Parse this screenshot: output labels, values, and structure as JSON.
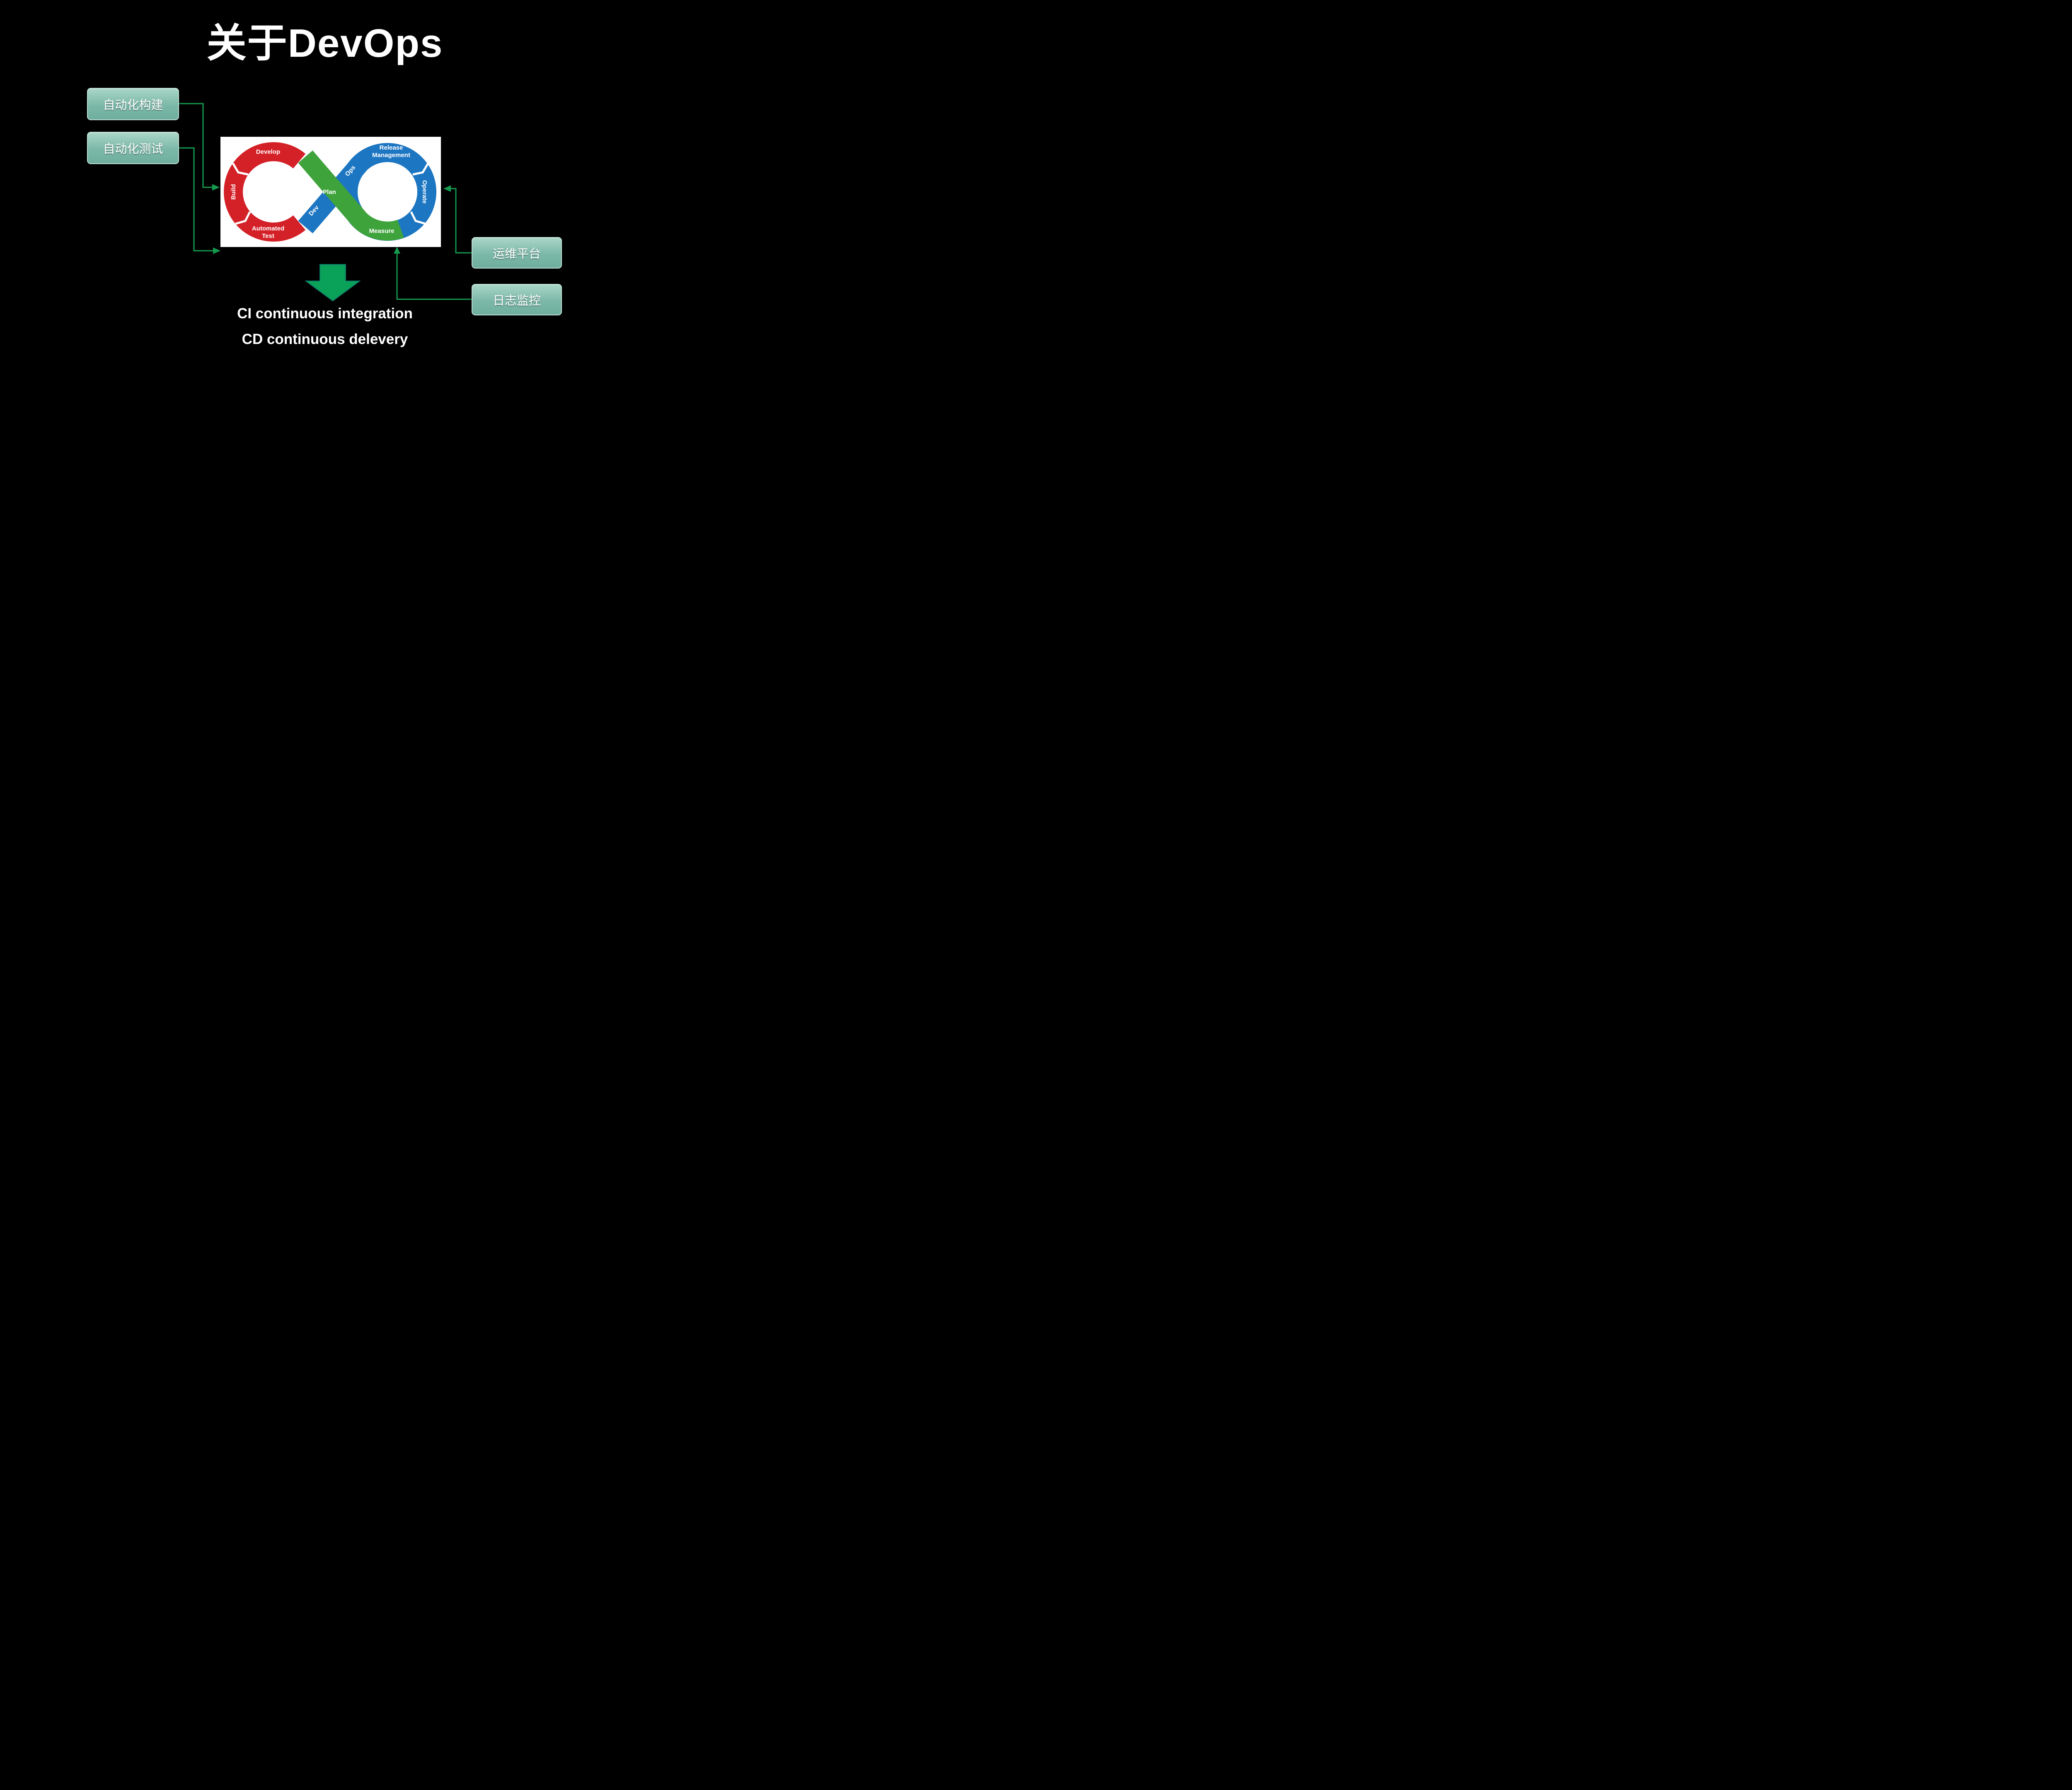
{
  "title": "关于DevOps",
  "left_boxes": [
    {
      "label": "自动化构建"
    },
    {
      "label": "自动化测试"
    }
  ],
  "right_boxes": [
    {
      "label": "运维平台"
    },
    {
      "label": "日志监控"
    }
  ],
  "loop": {
    "develop": "Develop",
    "build": "Build",
    "automated_test_line1": "Automated",
    "automated_test_line2": "Test",
    "plan": "Plan",
    "dev": "Dev",
    "ops": "Ops",
    "release_line1": "Release",
    "release_line2": "Management",
    "operate": "Operate",
    "measure": "Measure"
  },
  "footer": {
    "ci_line": "CI  continuous integration",
    "cd_line": "CD  continuous delevery"
  },
  "colors": {
    "background": "#000000",
    "loop_red": "#d42128",
    "loop_blue": "#1d76c2",
    "loop_green": "#3fa33c",
    "box_teal_top": "#a9d6c7",
    "box_teal_bottom": "#6fae9e",
    "connector_green": "#15994f",
    "big_arrow_green": "#0aa158",
    "text_white": "#ffffff"
  }
}
